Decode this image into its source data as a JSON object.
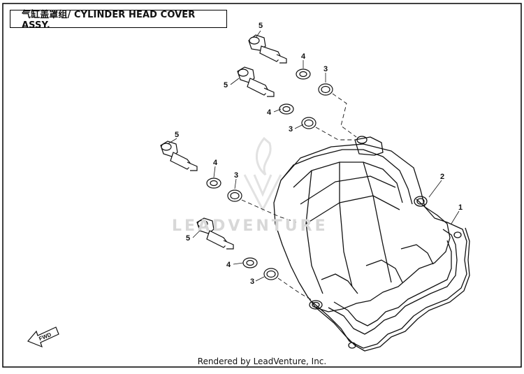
{
  "title": "气缸盖罩组/ CYLINDER HEAD COVER ASSY.",
  "footer": "Rendered by LeadVenture, Inc.",
  "watermark": "LEADVENTURE",
  "fwd_label": "FWD",
  "callouts": [
    {
      "id": "c5a",
      "text": "5"
    },
    {
      "id": "c4a",
      "text": "4"
    },
    {
      "id": "c3a",
      "text": "3"
    },
    {
      "id": "c5b",
      "text": "5"
    },
    {
      "id": "c4b",
      "text": "4"
    },
    {
      "id": "c3b",
      "text": "3"
    },
    {
      "id": "c5c",
      "text": "5"
    },
    {
      "id": "c4c",
      "text": "4"
    },
    {
      "id": "c3c",
      "text": "3"
    },
    {
      "id": "c5d",
      "text": "5"
    },
    {
      "id": "c4d",
      "text": "4"
    },
    {
      "id": "c3d",
      "text": "3"
    },
    {
      "id": "c2",
      "text": "2"
    },
    {
      "id": "c1",
      "text": "1"
    }
  ]
}
